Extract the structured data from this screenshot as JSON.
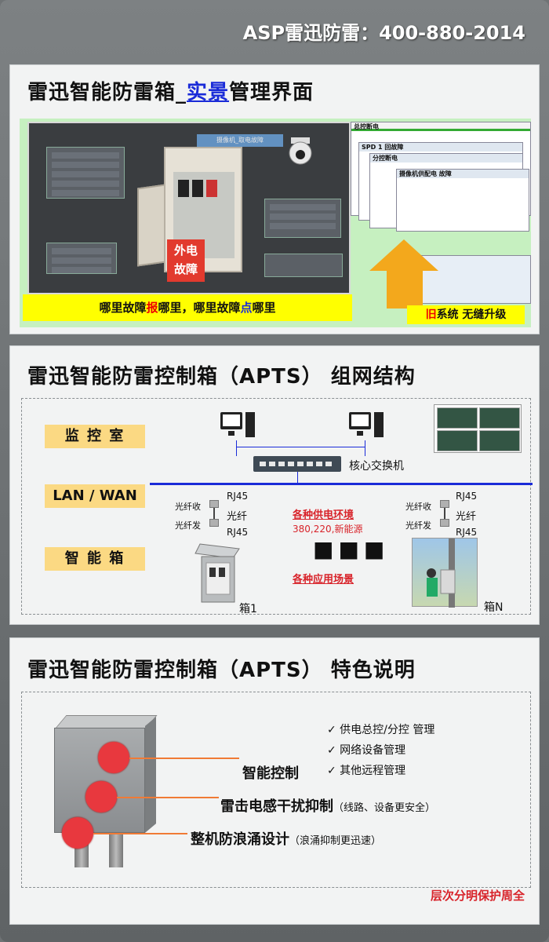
{
  "header": {
    "hotline": "ASP雷迅防雷：400-880-2014"
  },
  "panel1": {
    "title_pre": "雷迅智能防雷箱_",
    "title_hl": "实景",
    "title_post": "管理界面",
    "fault_tag": [
      "外电",
      "故障"
    ],
    "camera_label": "摄像机_取电故障",
    "banner": {
      "part1": "哪里故障",
      "part2": "报",
      "part3": "哪里，哪里故障",
      "part4": "点",
      "part5": "哪里"
    },
    "old_system": {
      "win1": "总控断电",
      "win2": "SPD 1 回故障",
      "win3": "分控断电",
      "win4": "摄像机供配电 故障",
      "label_red": "旧",
      "label_rest": "系统 无缝升级"
    }
  },
  "panel2": {
    "title": "雷迅智能防雷控制箱（APTS） 组网结构",
    "roles": [
      "监 控 室",
      "LAN / WAN",
      "智 能 箱"
    ],
    "switch_label": "核心交换机",
    "left_link": {
      "rx": "光纤收",
      "tx": "光纤发",
      "rj45_top": "RJ45",
      "fiber": "光纤",
      "rj45_bottom": "RJ45"
    },
    "right_link": {
      "rx": "光纤收",
      "tx": "光纤发",
      "rj45_top": "RJ45",
      "fiber": "光纤",
      "rj45_bottom": "RJ45"
    },
    "env_title": "各种供电环境",
    "env_sub": "380,220,新能源",
    "scene_title": "各种应用场景",
    "dots": "■■■",
    "box1_label": "箱1",
    "boxn_label": "箱N"
  },
  "panel3": {
    "title": "雷迅智能防雷控制箱（APTS） 特色说明",
    "checks": [
      "✓  供电总控/分控 管理",
      "✓  网络设备管理",
      "✓  其他远程管理"
    ],
    "features": [
      {
        "main": "智能控制",
        "note": ""
      },
      {
        "main": "雷击电感干扰抑制",
        "note": "（线路、设备更安全）"
      },
      {
        "main": "整机防浪涌设计",
        "note": "（浪涌抑制更迅速）"
      }
    ],
    "footer": "层次分明保护周全"
  }
}
